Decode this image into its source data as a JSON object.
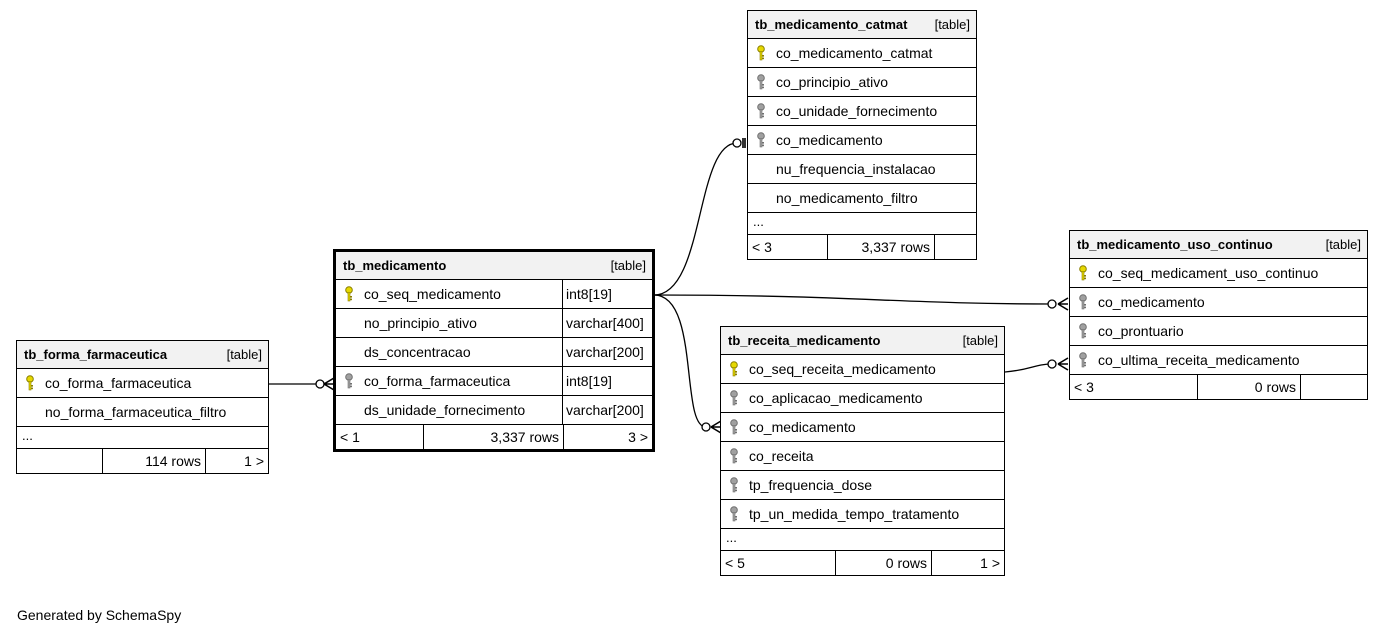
{
  "tables": {
    "forma": {
      "name": "tb_forma_farmaceutica",
      "kind": "[table]",
      "columns": [
        {
          "name": "co_forma_farmaceutica",
          "key": "primary"
        },
        {
          "name": "no_forma_farmaceutica_filtro",
          "key": "none"
        }
      ],
      "ellipsis": "...",
      "footer": {
        "parents": "",
        "rows": "114 rows",
        "children": "1 >"
      }
    },
    "medicamento": {
      "name": "tb_medicamento",
      "kind": "[table]",
      "columns": [
        {
          "name": "co_seq_medicamento",
          "type": "int8[19]",
          "key": "primary"
        },
        {
          "name": "no_principio_ativo",
          "type": "varchar[400]",
          "key": "none"
        },
        {
          "name": "ds_concentracao",
          "type": "varchar[200]",
          "key": "none"
        },
        {
          "name": "co_forma_farmaceutica",
          "type": "int8[19]",
          "key": "foreign"
        },
        {
          "name": "ds_unidade_fornecimento",
          "type": "varchar[200]",
          "key": "none"
        }
      ],
      "footer": {
        "parents": "< 1",
        "rows": "3,337 rows",
        "children": "3 >"
      }
    },
    "catmat": {
      "name": "tb_medicamento_catmat",
      "kind": "[table]",
      "columns": [
        {
          "name": "co_medicamento_catmat",
          "key": "primary"
        },
        {
          "name": "co_principio_ativo",
          "key": "foreign"
        },
        {
          "name": "co_unidade_fornecimento",
          "key": "foreign"
        },
        {
          "name": "co_medicamento",
          "key": "foreign"
        },
        {
          "name": "nu_frequencia_instalacao",
          "key": "none"
        },
        {
          "name": "no_medicamento_filtro",
          "key": "none"
        }
      ],
      "ellipsis": "...",
      "footer": {
        "parents": "< 3",
        "rows": "3,337 rows",
        "children": ""
      }
    },
    "receita": {
      "name": "tb_receita_medicamento",
      "kind": "[table]",
      "columns": [
        {
          "name": "co_seq_receita_medicamento",
          "key": "primary"
        },
        {
          "name": "co_aplicacao_medicamento",
          "key": "foreign"
        },
        {
          "name": "co_medicamento",
          "key": "foreign"
        },
        {
          "name": "co_receita",
          "key": "foreign"
        },
        {
          "name": "tp_frequencia_dose",
          "key": "foreign"
        },
        {
          "name": "tp_un_medida_tempo_tratamento",
          "key": "foreign"
        }
      ],
      "ellipsis": "...",
      "footer": {
        "parents": "< 5",
        "rows": "0 rows",
        "children": "1 >"
      }
    },
    "uso": {
      "name": "tb_medicamento_uso_continuo",
      "kind": "[table]",
      "columns": [
        {
          "name": "co_seq_medicament_uso_continuo",
          "key": "primary"
        },
        {
          "name": "co_medicamento",
          "key": "foreign"
        },
        {
          "name": "co_prontuario",
          "key": "foreign"
        },
        {
          "name": "co_ultima_receita_medicamento",
          "key": "foreign"
        }
      ],
      "footer": {
        "parents": "< 3",
        "rows": "0 rows",
        "children": ""
      }
    }
  },
  "generated_by": "Generated by SchemaSpy",
  "colors": {
    "primary_key": "#e6d800",
    "foreign_key": "#a0a0a0",
    "header_bg": "#f2f2f2"
  }
}
